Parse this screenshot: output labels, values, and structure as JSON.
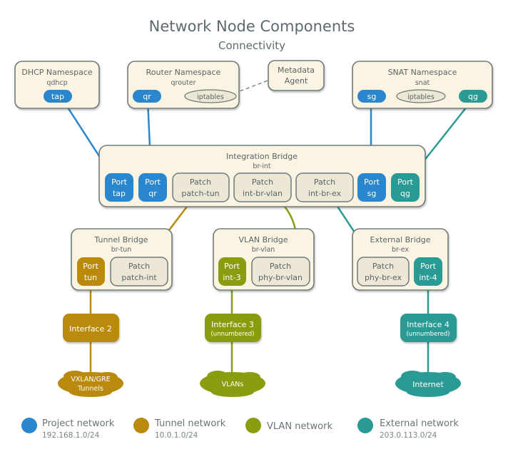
{
  "title": "Network Node Components",
  "subtitle": "Connectivity",
  "colors": {
    "project": "#2b87cd",
    "tunnel": "#b98a0e",
    "vlan": "#8a9c10",
    "external": "#2a9b94",
    "box_fill": "#fbf4e2",
    "patch_fill": "#ede7d6"
  },
  "namespaces": {
    "dhcp": {
      "title": "DHCP Namespace",
      "sub": "qdhcp",
      "port": "tap"
    },
    "router": {
      "title": "Router Namespace",
      "sub": "qrouter",
      "port": "qr",
      "iptables": "iptables"
    },
    "metadata": {
      "line1": "Metadata",
      "line2": "Agent"
    },
    "snat": {
      "title": "SNAT Namespace",
      "sub": "snat",
      "port_left": "sg",
      "port_right": "qg",
      "iptables": "iptables"
    }
  },
  "integration_bridge": {
    "title": "Integration Bridge",
    "sub": "br-int",
    "ports": [
      {
        "l1": "Port",
        "l2": "tap"
      },
      {
        "l1": "Port",
        "l2": "qr"
      },
      {
        "l1": "Patch",
        "l2": "patch-tun"
      },
      {
        "l1": "Patch",
        "l2": "int-br-vlan"
      },
      {
        "l1": "Patch",
        "l2": "int-br-ex"
      },
      {
        "l1": "Port",
        "l2": "sg"
      },
      {
        "l1": "Port",
        "l2": "qg"
      }
    ]
  },
  "tunnel_bridge": {
    "title": "Tunnel Bridge",
    "sub": "br-tun",
    "port": {
      "l1": "Port",
      "l2": "tun"
    },
    "patch": {
      "l1": "Patch",
      "l2": "patch-int"
    }
  },
  "vlan_bridge": {
    "title": "VLAN Bridge",
    "sub": "br-vlan",
    "port": {
      "l1": "Port",
      "l2": "int-3"
    },
    "patch": {
      "l1": "Patch",
      "l2": "phy-br-vlan"
    }
  },
  "external_bridge": {
    "title": "External Bridge",
    "sub": "br-ex",
    "patch": {
      "l1": "Patch",
      "l2": "phy-br-ex"
    },
    "port": {
      "l1": "Port",
      "l2": "int-4"
    }
  },
  "interfaces": [
    {
      "label": "Interface 2",
      "sub": ""
    },
    {
      "label": "Interface 3",
      "sub": "(unnumbered)"
    },
    {
      "label": "Interface 4",
      "sub": "(unnumbered)"
    }
  ],
  "clouds": [
    {
      "l1": "VXLAN/GRE",
      "l2": "Tunnels"
    },
    {
      "l1": "VLANs",
      "l2": ""
    },
    {
      "l1": "Internet",
      "l2": ""
    }
  ],
  "legend": [
    {
      "name": "Project network",
      "subnet": "192.168.1.0/24"
    },
    {
      "name": "Tunnel network",
      "subnet": "10.0.1.0/24"
    },
    {
      "name": "VLAN network",
      "subnet": ""
    },
    {
      "name": "External network",
      "subnet": "203.0.113.0/24"
    }
  ]
}
